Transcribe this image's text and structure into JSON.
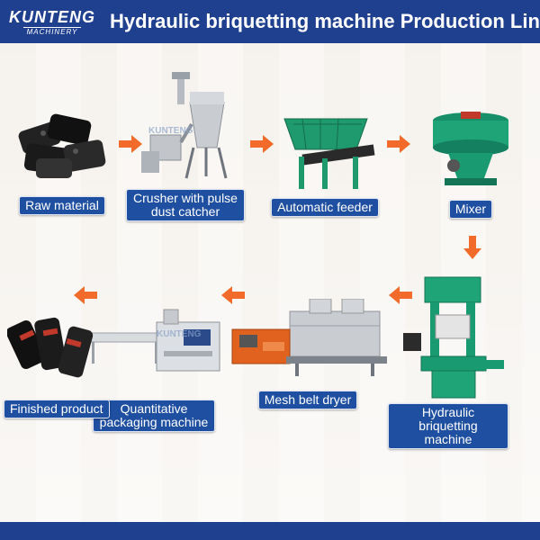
{
  "header": {
    "logo_top": "KUNTENG",
    "logo_bottom": "MACHINERY",
    "title": "Hydraulic briquetting machine  Production Line"
  },
  "steps": [
    {
      "label": "Raw material"
    },
    {
      "label": "Crusher with pulse dust catcher"
    },
    {
      "label": "Automatic feeder"
    },
    {
      "label": "Mixer"
    },
    {
      "label": "Hydraulic briquetting machine"
    },
    {
      "label": "Mesh belt dryer"
    },
    {
      "label": "Quantitative packaging machine"
    },
    {
      "label": "Finished product"
    }
  ],
  "colors": {
    "brand_blue": "#1f3f8f",
    "label_blue": "#1f4fa0",
    "arrow_orange": "#f26b2a",
    "machine_green": "#1f8f6a",
    "machine_orange": "#e0621e"
  },
  "icons": [
    "arrow-right-icon",
    "arrow-down-icon",
    "arrow-left-icon"
  ]
}
